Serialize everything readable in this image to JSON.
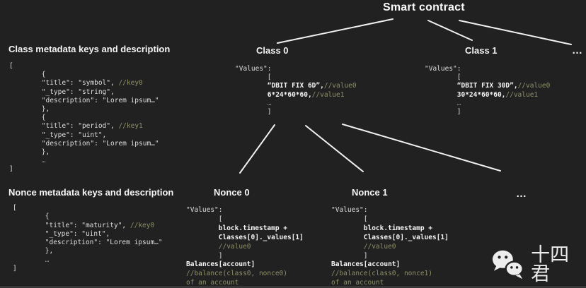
{
  "title": "Smart contract",
  "colors": {
    "background": "#212121",
    "heading": "#f5f5f5",
    "code_text": "#dfdfdf",
    "code_bold": "#f4f4f4",
    "comment": "#8f9069",
    "dim": "#8c8c8c",
    "connector": "#f0f0f0",
    "watermark": "#ececec",
    "blue_fragment": "#5b5bd6"
  },
  "ellipsis_top_right": "…",
  "ellipsis_bottom_right": "…",
  "sections": {
    "class_meta": {
      "heading": "Class metadata keys and description",
      "code": [
        [
          [
            "[",
            "w"
          ]
        ],
        [
          [
            "        {",
            "w"
          ]
        ],
        [
          [
            "        \"title\": \"symbol\", ",
            "w"
          ],
          [
            "//key0",
            "c"
          ]
        ],
        [
          [
            "        \"_type\": \"string\",",
            "w"
          ]
        ],
        [
          [
            "        \"description\": \"Lorem ipsum…\"",
            "w"
          ]
        ],
        [
          [
            "        },",
            "w"
          ]
        ],
        [
          [
            "        {",
            "w"
          ]
        ],
        [
          [
            "        \"title\": \"period\", ",
            "w"
          ],
          [
            "//key1",
            "c"
          ]
        ],
        [
          [
            "        \"_type\": \"uint\",",
            "w"
          ]
        ],
        [
          [
            "        \"description\": \"Lorem ipsum…\"",
            "w"
          ]
        ],
        [
          [
            "        },",
            "w"
          ]
        ],
        [
          [
            "        …",
            "d"
          ]
        ],
        [
          [
            "]",
            "w"
          ]
        ]
      ]
    },
    "class0": {
      "heading": "Class 0",
      "code": [
        [
          [
            "\"Values\":",
            "w"
          ]
        ],
        [
          [
            "        [",
            "w"
          ]
        ],
        [
          [
            "        “DBIT FIX 6D”,",
            "b"
          ],
          [
            "//value0",
            "c"
          ]
        ],
        [
          [
            "        6*24*60*60,",
            "b"
          ],
          [
            "//value1",
            "c"
          ]
        ],
        [
          [
            "        …",
            "d"
          ]
        ],
        [
          [
            "        ]",
            "w"
          ]
        ]
      ]
    },
    "class1": {
      "heading": "Class 1",
      "code": [
        [
          [
            "\"Values\":",
            "w"
          ]
        ],
        [
          [
            "        [",
            "w"
          ]
        ],
        [
          [
            "        “DBIT FIX 30D”,",
            "b"
          ],
          [
            "//value0",
            "c"
          ]
        ],
        [
          [
            "        30*24*60*60,",
            "b"
          ],
          [
            "//value1",
            "c"
          ]
        ],
        [
          [
            "        …",
            "d"
          ]
        ],
        [
          [
            "        ]",
            "w"
          ]
        ]
      ]
    },
    "nonce_meta": {
      "heading": "Nonce metadata keys and description",
      "code": [
        [
          [
            "[",
            "w"
          ]
        ],
        [
          [
            "        {",
            "w"
          ]
        ],
        [
          [
            "        \"title\": \"maturity\", ",
            "w"
          ],
          [
            "//key0",
            "c"
          ]
        ],
        [
          [
            "        \"_type\": \"uint\",",
            "w"
          ]
        ],
        [
          [
            "        \"description\": \"Lorem ipsum…\"",
            "w"
          ]
        ],
        [
          [
            "        },",
            "w"
          ]
        ],
        [
          [
            "        …",
            "d"
          ]
        ],
        [
          [
            "]",
            "w"
          ]
        ]
      ]
    },
    "nonce0": {
      "heading": "Nonce 0",
      "code": [
        [
          [
            "\"Values\":",
            "w"
          ]
        ],
        [
          [
            "        [",
            "w"
          ]
        ],
        [
          [
            "        block.timestamp +",
            "b"
          ]
        ],
        [
          [
            "        Classes[0]._values[1]",
            "b"
          ]
        ],
        [
          [
            "        ",
            "w"
          ],
          [
            "//value0",
            "c"
          ]
        ],
        [
          [
            "        ]",
            "w"
          ]
        ],
        [
          [
            "Balances[account]",
            "b"
          ]
        ],
        [
          [
            "//balance(class0, nonce0)",
            "c"
          ]
        ],
        [
          [
            "of an account",
            "c"
          ]
        ]
      ]
    },
    "nonce1": {
      "heading": "Nonce 1",
      "code": [
        [
          [
            "\"Values\":",
            "w"
          ]
        ],
        [
          [
            "        [",
            "w"
          ]
        ],
        [
          [
            "        block.timestamp +",
            "b"
          ]
        ],
        [
          [
            "        Classes[0]._values[1]",
            "b"
          ]
        ],
        [
          [
            "        ",
            "w"
          ],
          [
            "//value0",
            "c"
          ]
        ],
        [
          [
            "        ]",
            "w"
          ]
        ],
        [
          [
            "Balances[account]",
            "b"
          ]
        ],
        [
          [
            "//balance(class0, nonce1)",
            "c"
          ]
        ],
        [
          [
            "of an account",
            "c"
          ]
        ]
      ]
    }
  },
  "watermark": {
    "text": "十四君"
  }
}
